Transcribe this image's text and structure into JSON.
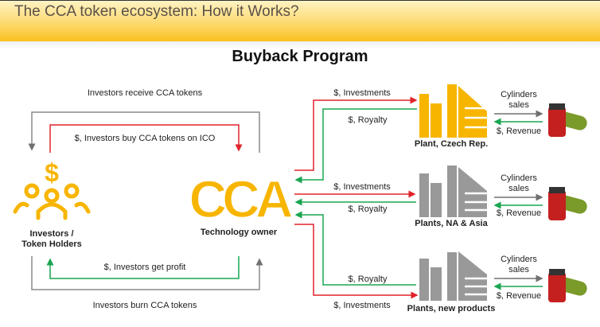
{
  "header": {
    "title": "The CCA token ecosystem: How it Works?"
  },
  "subtitle": "Buyback Program",
  "left": {
    "receive": "Investors receive CCA tokens",
    "buy": "$, Investors buy CCA tokens on ICO",
    "profit": "$, Investors get profit",
    "burn": "Investors burn CCA tokens",
    "investors_l1": "Investors /",
    "investors_l2": "Token Holders",
    "logo_text": "CCA",
    "tech_owner": "Technology owner"
  },
  "plants": [
    {
      "name": "Plant, Czech Rep.",
      "investments": "$, Investments",
      "royalty": "$, Royalty",
      "sales_l1": "Cylinders",
      "sales_l2": "sales",
      "revenue": "$, Revenue"
    },
    {
      "name": "Plants, NA & Asia",
      "investments": "$, Investments",
      "royalty": "$, Royalty",
      "sales_l1": "Cylinders",
      "sales_l2": "sales",
      "revenue": "$, Revenue"
    },
    {
      "name": "Plants, new products",
      "investments": "$, Investments",
      "royalty": "$, Royalty",
      "sales_l1": "Cylinders",
      "sales_l2": "sales",
      "revenue": "$, Revenue"
    }
  ],
  "colors": {
    "yellow": "#f7b500",
    "red": "#e0232b",
    "green": "#1aa550",
    "grey": "#8a8a8a",
    "building_grey": "#999999"
  }
}
